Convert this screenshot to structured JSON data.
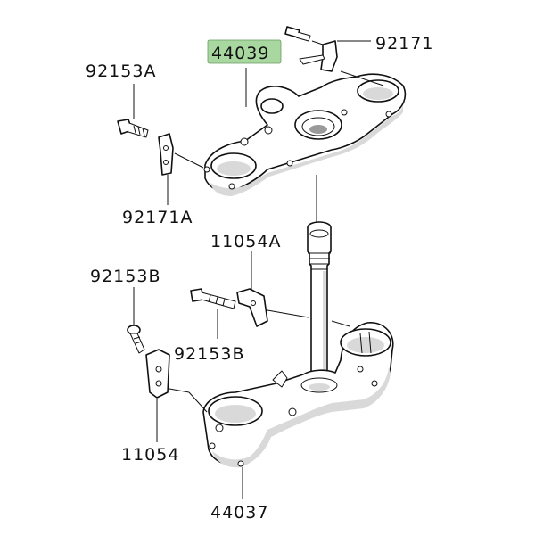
{
  "parts": {
    "p44039": {
      "number": "44039",
      "highlight": "#a8d8a0"
    },
    "p92171": {
      "number": "92171"
    },
    "p92153A": {
      "number": "92153A"
    },
    "p92171A": {
      "number": "92171A"
    },
    "p11054A": {
      "number": "11054A"
    },
    "p92153B_top": {
      "number": "92153B"
    },
    "p92153B_mid": {
      "number": "92153B"
    },
    "p11054": {
      "number": "11054"
    },
    "p44037": {
      "number": "44037"
    }
  },
  "colors": {
    "line": "#111111",
    "shade": "#d9d9d9",
    "highlight": "#a8d8a0"
  }
}
